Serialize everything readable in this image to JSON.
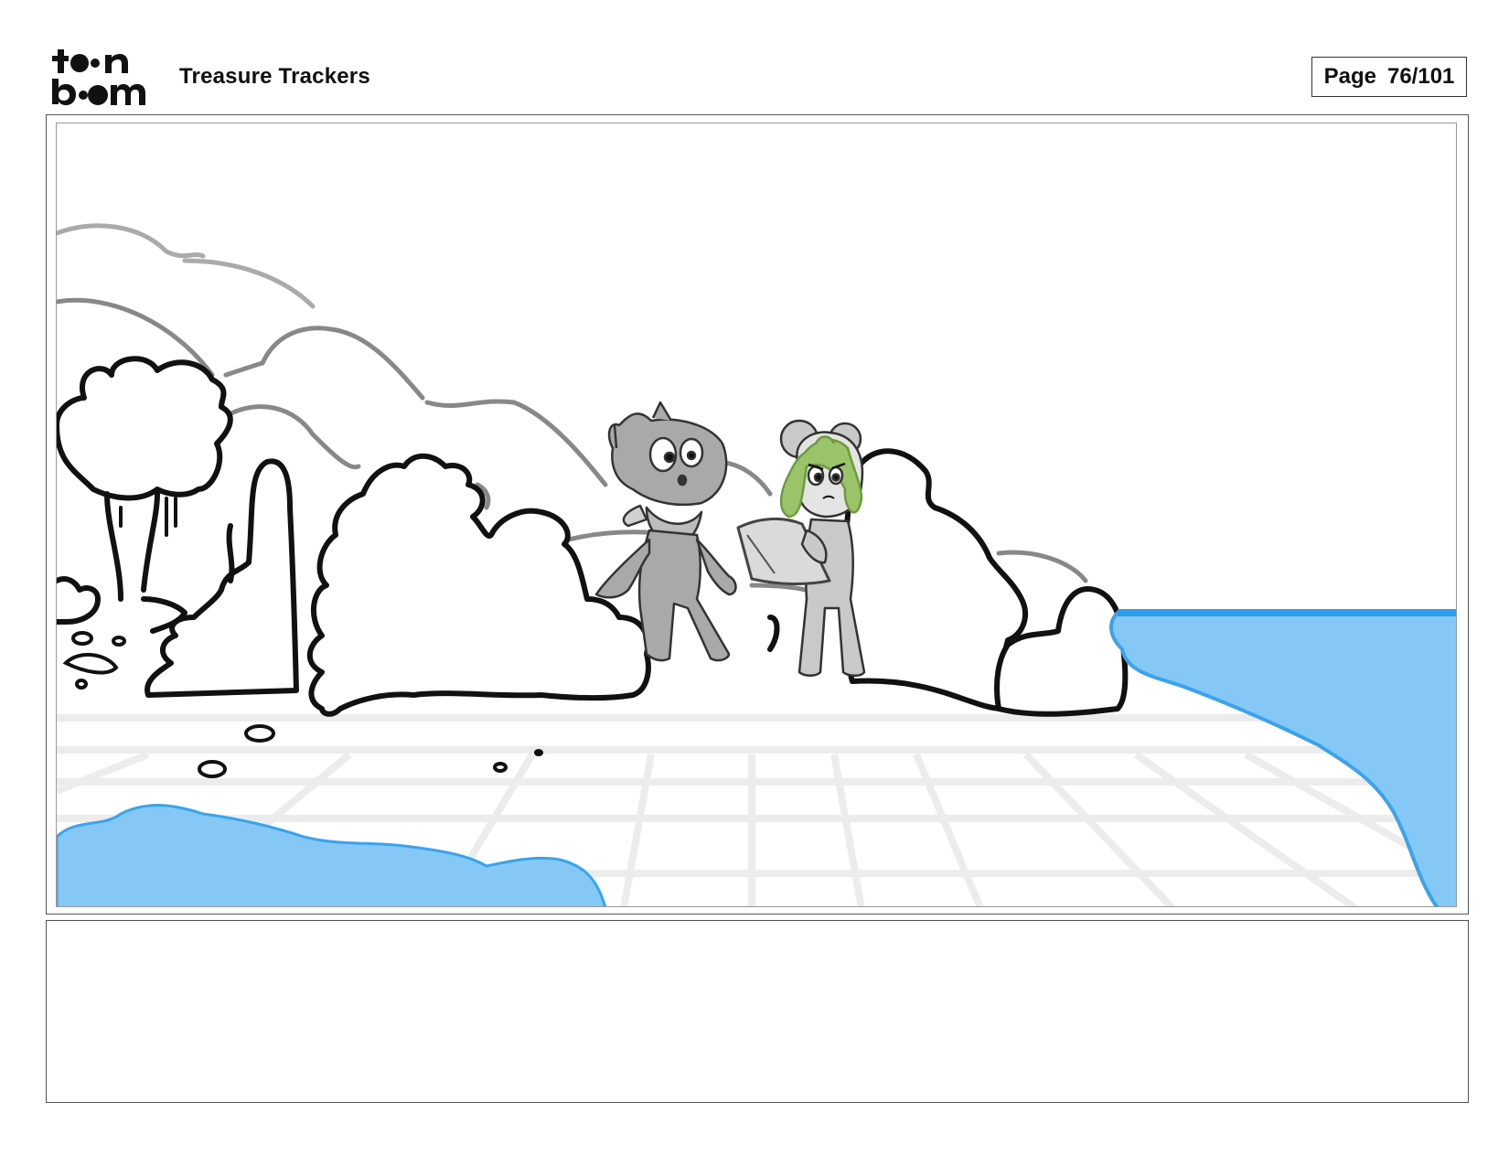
{
  "header": {
    "logo_line1": "toon",
    "logo_line2": "boom",
    "project_title": "Treasure Trackers",
    "page_label": "Page",
    "page_number": "76/101"
  },
  "panel": {
    "scene": "storyboard-sketch"
  },
  "caption": {
    "text": ""
  }
}
